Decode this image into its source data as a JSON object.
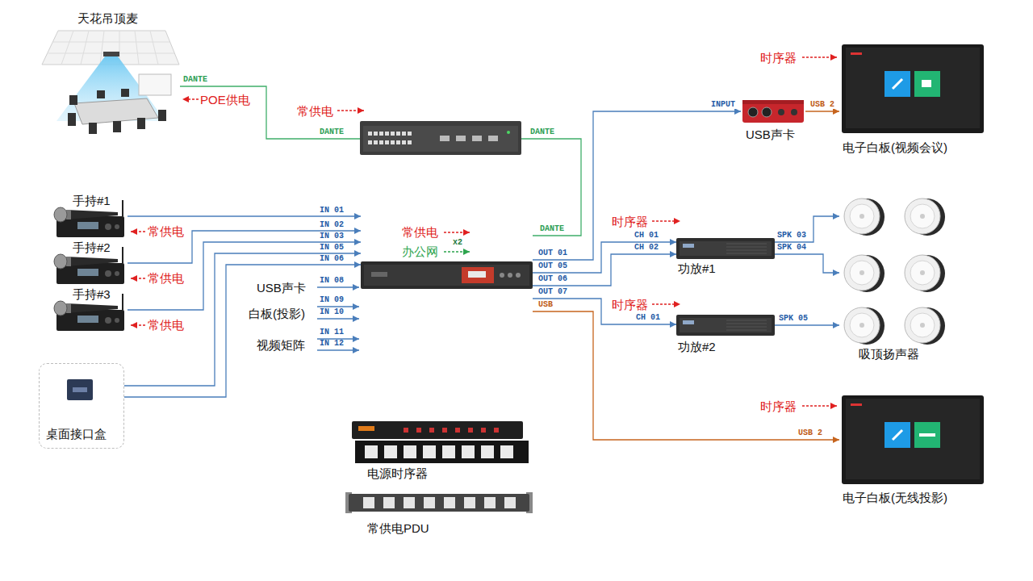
{
  "diagram": {
    "nodes": [
      {
        "text": [
          "天花吊顶麦"
        ]
      },
      {
        "text": []
      },
      {
        "text": [
          "USB声卡"
        ]
      },
      {
        "text": [
          "电子白板(视频会议)"
        ]
      },
      {
        "text": [
          "手持#1"
        ]
      },
      {
        "text": [
          "手持#2"
        ]
      },
      {
        "text": [
          "手持#3"
        ]
      },
      {
        "text": []
      },
      {
        "text": [
          "功放#1"
        ]
      },
      {
        "text": [
          "功放#2"
        ]
      },
      {
        "text": [
          "吸顶扬声器"
        ]
      },
      {
        "text": [
          "桌面接口盒"
        ]
      },
      {
        "text": [
          "电源时序器"
        ]
      },
      {
        "text": [
          "常供电PDU"
        ]
      },
      {
        "text": [
          "电子白板(无线投影)"
        ]
      }
    ],
    "edges": [
      {
        "from": 0,
        "to": 1,
        "label": "DANTE",
        "arrow": "none"
      },
      {
        "from": 1,
        "to": 7,
        "label": "DANTE",
        "arrow": "none"
      },
      {
        "from": 4,
        "to": 7,
        "label": "IN 01",
        "arrow": "to"
      },
      {
        "from": 5,
        "to": 7,
        "label": "IN 02",
        "arrow": "to"
      },
      {
        "from": 6,
        "to": 7,
        "label": "IN 03",
        "arrow": "to"
      },
      {
        "from": 11,
        "to": 7,
        "label": "IN 05",
        "arrow": "to"
      },
      {
        "from": 11,
        "to": 7,
        "label": "IN 06",
        "arrow": "to"
      },
      {
        "from": 7,
        "to": 2,
        "label": "OUT 01",
        "arrow": "to"
      },
      {
        "from": 2,
        "to": 3,
        "label": "USB 2",
        "arrow": "to"
      },
      {
        "from": 7,
        "to": 8,
        "label": "OUT 05",
        "arrow": "to"
      },
      {
        "from": 7,
        "to": 8,
        "label": "OUT 06",
        "arrow": "to"
      },
      {
        "from": 7,
        "to": 9,
        "label": "OUT 07",
        "arrow": "to"
      },
      {
        "from": 8,
        "to": 10,
        "label": "SPK 03",
        "arrow": "to"
      },
      {
        "from": 8,
        "to": 10,
        "label": "SPK 04",
        "arrow": "to"
      },
      {
        "from": 9,
        "to": 10,
        "label": "SPK 05",
        "arrow": "to"
      },
      {
        "from": 7,
        "to": 14,
        "label": "USB",
        "arrow": "to"
      }
    ],
    "labels": [
      "POE供电",
      "DANTE",
      "常供电",
      "时序器",
      "INPUT",
      "DANTE",
      "常供电",
      "办公网",
      "x2",
      "常供电",
      "常供电",
      "常供电",
      "时序器",
      "CH 01",
      "CH 02",
      "USB声卡",
      "IN 08",
      "白板(投影)",
      "IN 09",
      "IN 10",
      "时序器",
      "CH 01",
      "视频矩阵",
      "IN 11",
      "IN 12",
      "时序器",
      "USB 2"
    ]
  }
}
